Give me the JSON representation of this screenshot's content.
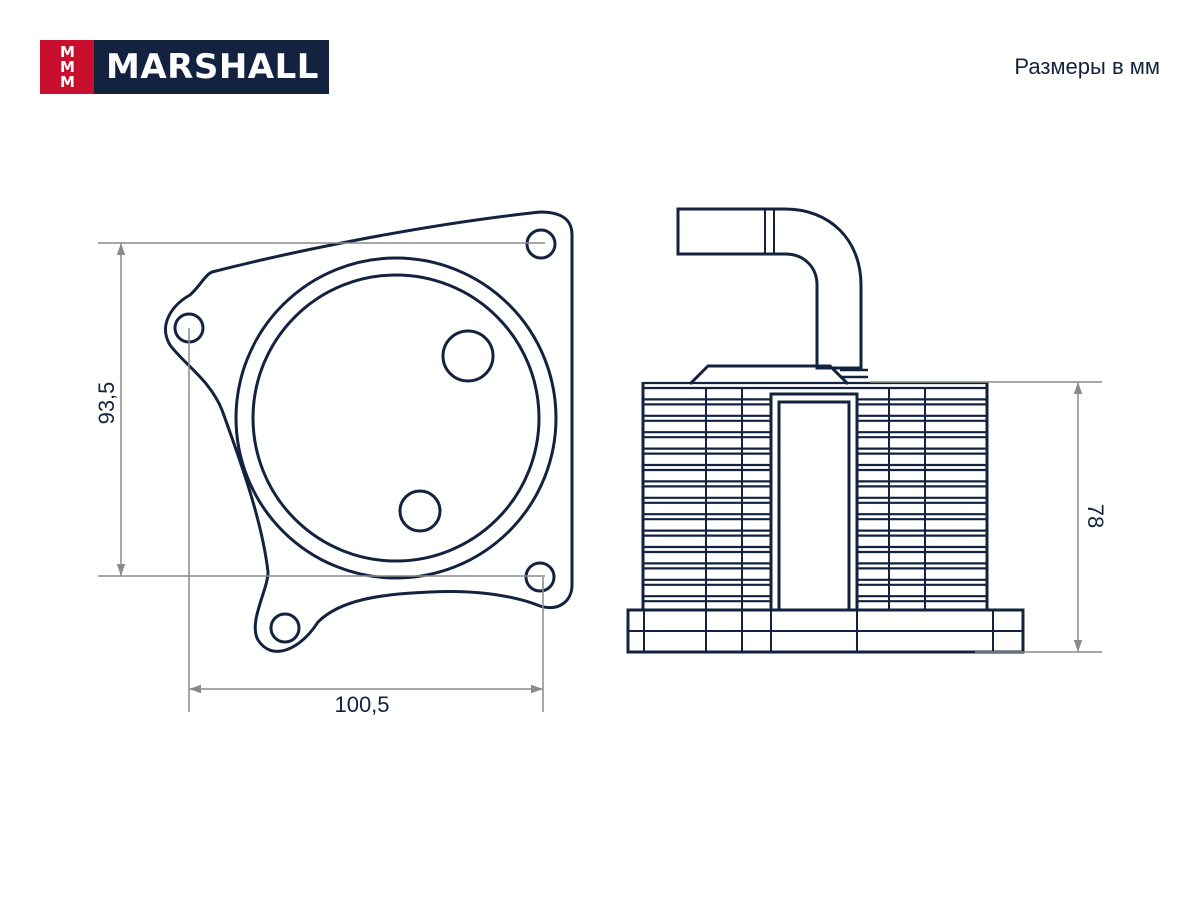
{
  "header": {
    "logo_mark": [
      "M",
      "M",
      "M"
    ],
    "logo_text": "MARSHALL",
    "units_label": "Размеры в мм"
  },
  "dimensions": {
    "height_front": "93,5",
    "width_front": "100,5",
    "height_side": "78"
  },
  "colors": {
    "line": "#13233f",
    "dim_line": "#8a8a8a",
    "brand_red": "#c8102e",
    "brand_navy": "#13233f"
  }
}
